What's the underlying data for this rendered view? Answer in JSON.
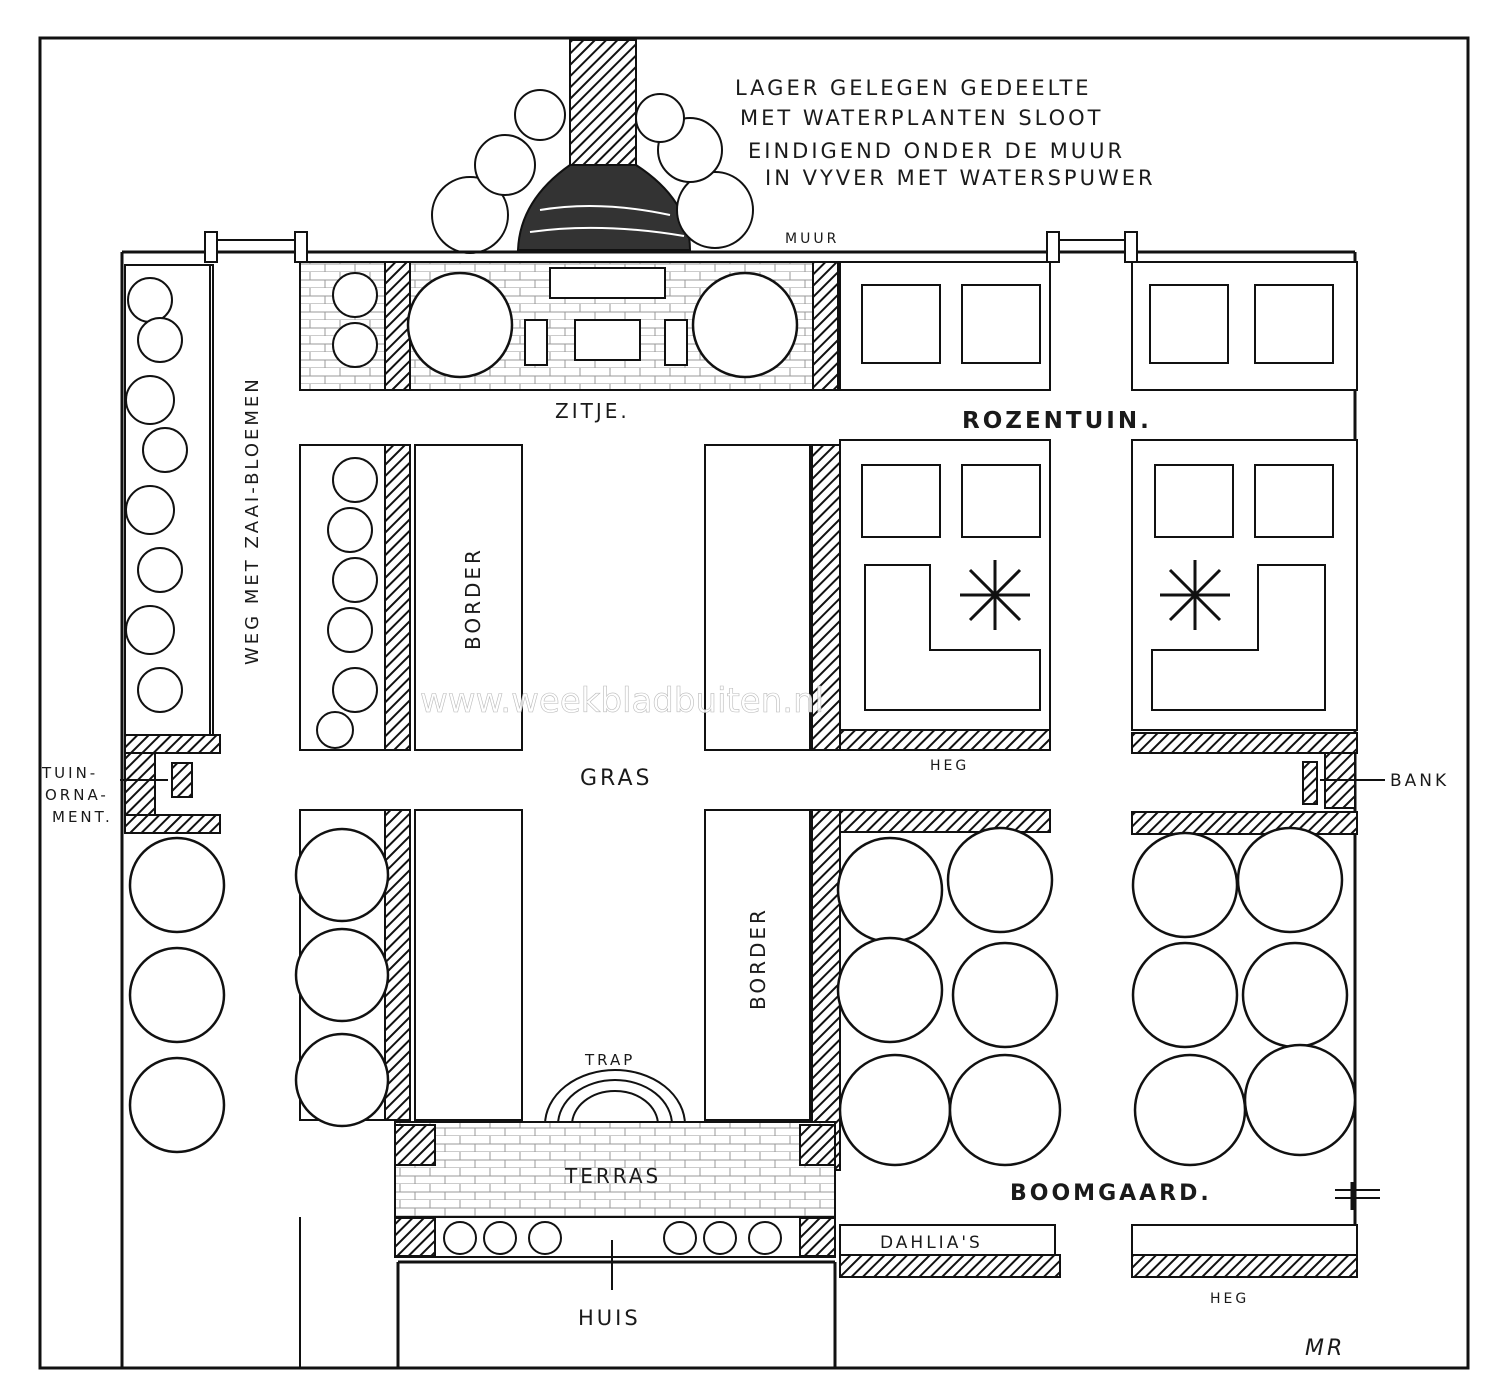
{
  "note": {
    "line1": "LAGER GELEGEN GEDEELTE",
    "line2": "MET WATERPLANTEN SLOOT",
    "line3": "EINDIGEND ONDER DE MUUR",
    "line4": "IN VYVER MET WATERSPUWER"
  },
  "labels": {
    "muur": "MUUR",
    "zitje": "ZITJE.",
    "rozentuin": "ROZENTUIN.",
    "weg": "WEG MET ZAAI-BLOEMEN",
    "border_left": "BORDER",
    "border_right": "BORDER",
    "gras": "GRAS",
    "heg_top": "HEG",
    "heg_bottom": "HEG",
    "tuin_ornament_1": "TUIN-",
    "tuin_ornament_2": "ORNA-",
    "tuin_ornament_3": "MENT.",
    "bank": "BANK",
    "trap": "TRAP",
    "terras": "TERRAS",
    "boomgaard": "BOOMGAARD.",
    "dahlias": "DAHLIA'S",
    "huis": "HUIS",
    "signature": "MR"
  },
  "watermark": "www.weekbladbuiten.nl"
}
